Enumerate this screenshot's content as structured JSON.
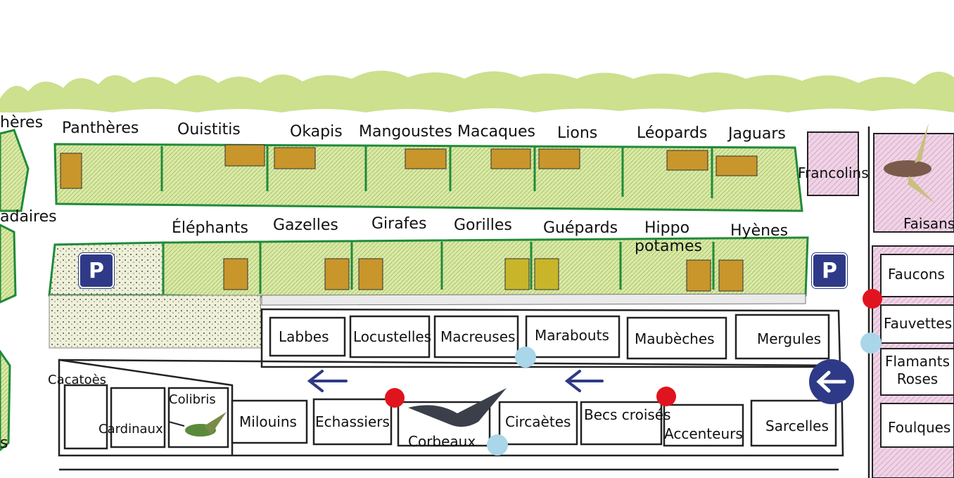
{
  "colors": {
    "enclosure_green": "#d8e8a6",
    "foliage": "#b7d46a",
    "fence_green": "#1f8a3a",
    "pink_area": "#e8c6dc",
    "parking_blue": "#2e3a87",
    "arrow_blue": "#2e3a87",
    "dot_red": "#e0141e",
    "dot_lightblue": "#a9d6e8",
    "ink": "#111111"
  },
  "parking": {
    "label": "P"
  },
  "row1": [
    "Panthères",
    "Ouistitis",
    "Okapis",
    "Mangoustes",
    "Macaques",
    "Lions",
    "Léopards",
    "Jaguars"
  ],
  "row2": [
    "Éléphants",
    "Gazelles",
    "Girafes",
    "Gorilles",
    "Guépards",
    "Hippo",
    "potames",
    "Hyènes"
  ],
  "aviaries_top": [
    "Labbes",
    "Locustelles",
    "Macreuses",
    "Marabouts",
    "Maubèches",
    "Mergules"
  ],
  "aviaries_bottom": [
    "Cacatoès",
    "Colibris",
    "Cardinaux",
    "Milouins",
    "Echassiers",
    "Corbeaux",
    "Circaètes",
    "Becs croisés",
    "Accenteurs",
    "Sarcelles"
  ],
  "right_column": [
    "Francolins",
    "Faisans",
    "Faucons",
    "Fauvettes",
    "Flamants",
    "Roses",
    "Foulques"
  ],
  "left_edge": [
    "hères",
    "adaires",
    "s"
  ],
  "icons": [
    "hummingbird-icon",
    "crow-icon",
    "pheasant-icon",
    "direction-arrow-icon",
    "parking-icon"
  ]
}
